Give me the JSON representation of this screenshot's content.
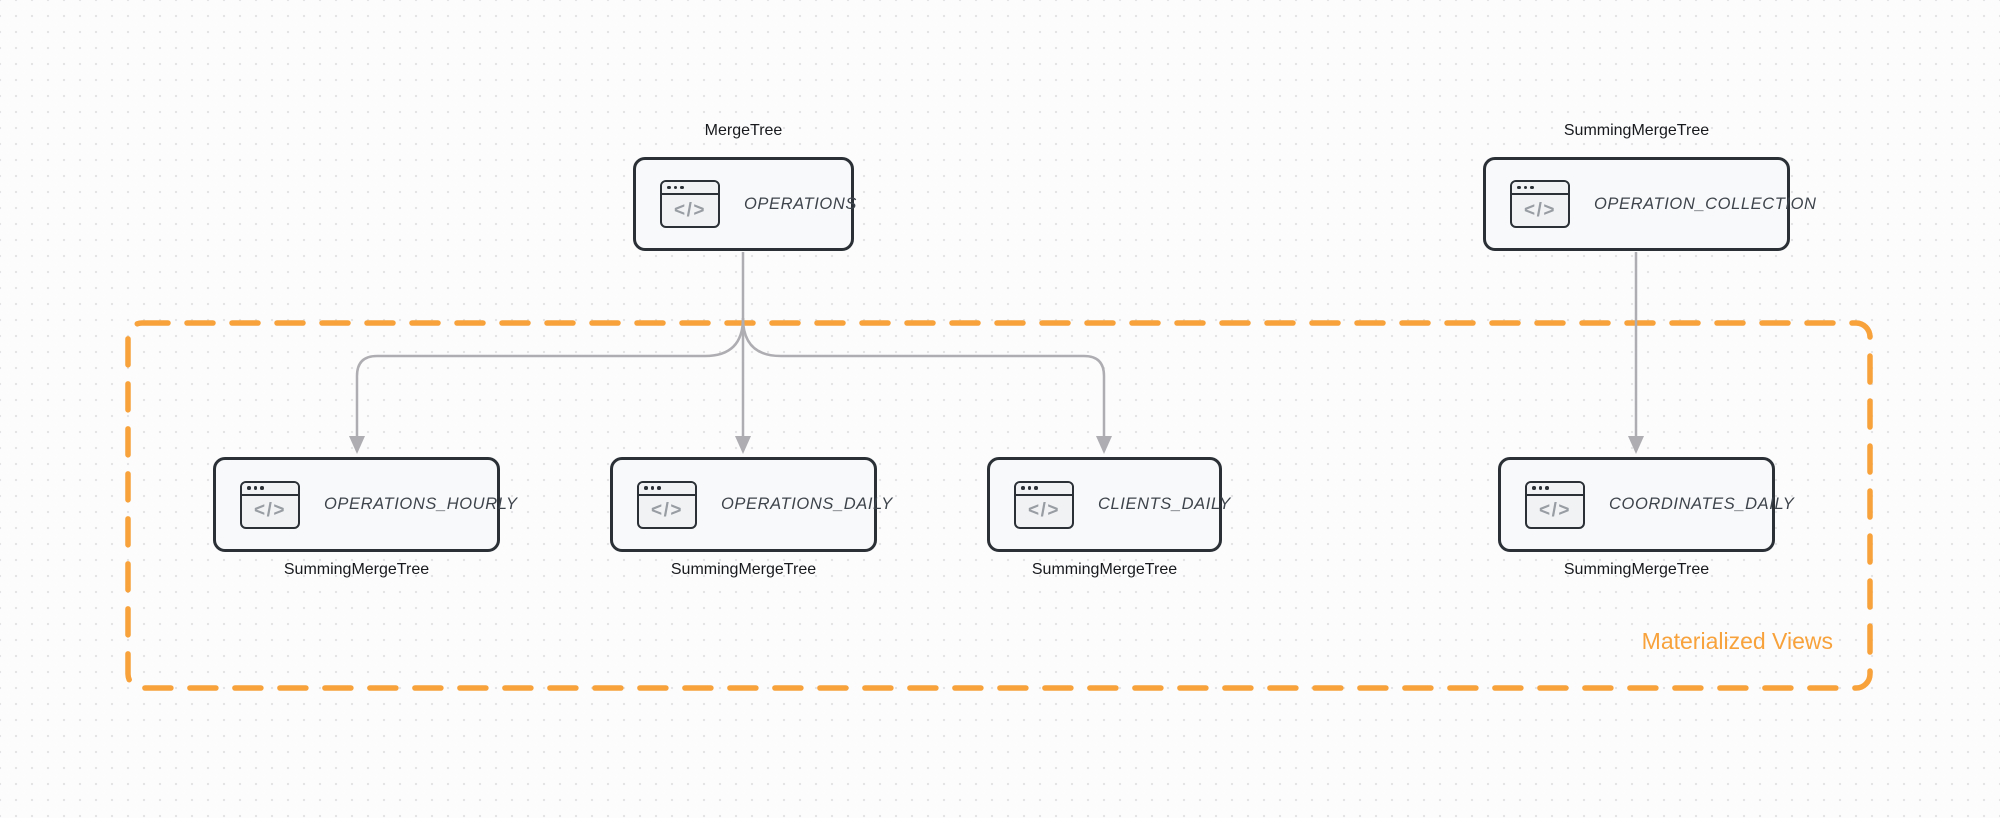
{
  "diagram": {
    "sources": [
      {
        "engine": "MergeTree",
        "table": "OPERATIONS"
      },
      {
        "engine": "SummingMergeTree",
        "table": "OPERATION_COLLECTION"
      }
    ],
    "materialized_views_group": {
      "label": "Materialized Views",
      "views": [
        {
          "table": "OPERATIONS_HOURLY",
          "engine": "SummingMergeTree"
        },
        {
          "table": "OPERATIONS_DAILY",
          "engine": "SummingMergeTree"
        },
        {
          "table": "CLIENTS_DAILY",
          "engine": "SummingMergeTree"
        },
        {
          "table": "COORDINATES_DAILY",
          "engine": "SummingMergeTree"
        }
      ]
    },
    "icons": {
      "node_icon": "code-window-icon",
      "code_glyph": "</>"
    },
    "colors": {
      "group_accent": "#f7a23b",
      "node_border": "#2a3036",
      "node_background": "#f8f9fa",
      "connector": "#aeaeb2",
      "node_title_text": "#3e444b",
      "engine_label_text": "#17191c"
    }
  }
}
